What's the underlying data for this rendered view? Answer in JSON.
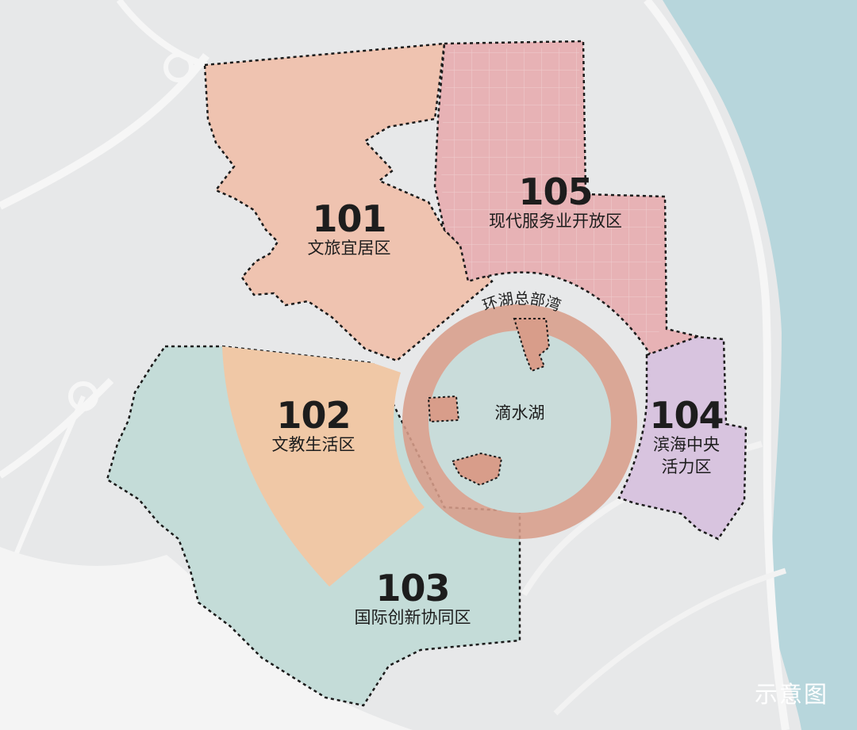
{
  "zones": [
    {
      "id": "101",
      "name": "文旅宜居区",
      "color": "#efc3b0"
    },
    {
      "id": "102",
      "name": "文教生活区",
      "color": "#f0c8a6"
    },
    {
      "id": "103",
      "name": "国际创新协同区",
      "color": "#c4dcd8"
    },
    {
      "id": "104",
      "name": "滨海中央活力区",
      "name_lines": [
        "滨海中央",
        "活力区"
      ],
      "color": "#d8c4df"
    },
    {
      "id": "105",
      "name": "现代服务业开放区",
      "color": "#e7b2b5"
    }
  ],
  "ring": {
    "label": "环湖总部湾",
    "color": "#d89d8a"
  },
  "lake": {
    "label": "滴水湖",
    "color": "#c9dcda"
  },
  "sea_color": "#b7d6dc",
  "watermark": "示意图"
}
